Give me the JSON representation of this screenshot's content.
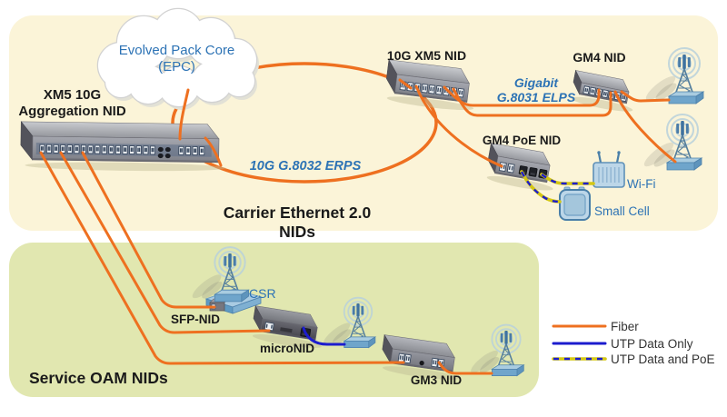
{
  "sections": {
    "carrier": {
      "title": "Carrier Ethernet 2.0 NIDs"
    },
    "oam": {
      "title": "Service OAM NIDs"
    }
  },
  "cloud": {
    "line1": "Evolved Pack Core",
    "line2": "(EPC)"
  },
  "devices": {
    "aggregation": {
      "label_line1": "XM5 10G",
      "label_line2": "Aggregation NID"
    },
    "xm5": {
      "label": "10G XM5 NID"
    },
    "gm4": {
      "label": "GM4 NID"
    },
    "gm4_poe": {
      "label": "GM4 PoE NID"
    },
    "sfp_nid": {
      "label": "SFP-NID"
    },
    "micro_nid": {
      "label": "microNID"
    },
    "gm3_nid": {
      "label": "GM3 NID"
    },
    "csr": {
      "label": "CSR"
    },
    "wifi": {
      "label": "Wi-Fi"
    },
    "small_cell": {
      "label": "Small Cell"
    }
  },
  "links": {
    "erps": {
      "label": "10G G.8032 ERPS"
    },
    "elps": {
      "label_line1": "Gigabit",
      "label_line2": "G.8031 ELPS"
    }
  },
  "legend": {
    "items": [
      {
        "type": "fiber",
        "label": "Fiber"
      },
      {
        "type": "utp-data",
        "label": "UTP Data Only"
      },
      {
        "type": "utp-poe",
        "label": "UTP Data and PoE"
      }
    ]
  },
  "colors": {
    "fiber": "#EE7020",
    "utp": "#1C1CCE",
    "poe_yellow": "#D4C713",
    "label_blue": "#2D73B5",
    "carrier_bg": "#FBF4D8",
    "oam_bg": "#E1E7B0"
  }
}
